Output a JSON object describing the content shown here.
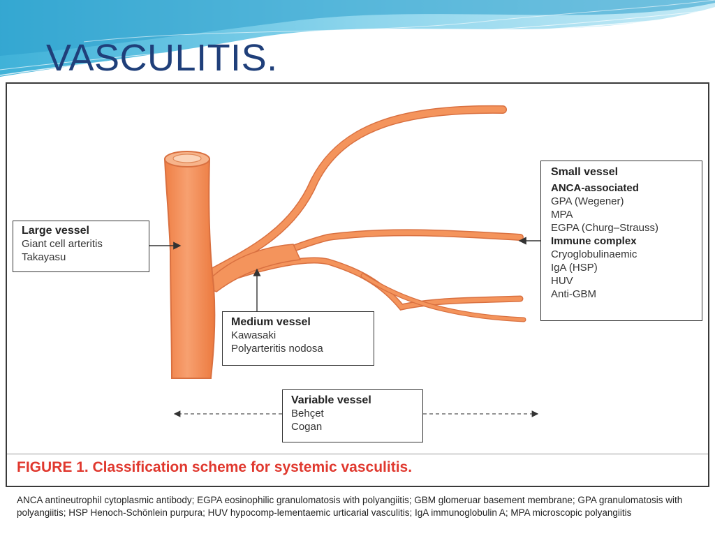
{
  "slide": {
    "title": "VASCULITIS."
  },
  "diagram": {
    "large_vessel": {
      "heading": "Large vessel",
      "items": [
        "Giant cell arteritis",
        "Takayasu"
      ]
    },
    "medium_vessel": {
      "heading": "Medium vessel",
      "items": [
        "Kawasaki",
        "Polyarteritis nodosa"
      ]
    },
    "small_vessel": {
      "heading": "Small vessel",
      "groups": [
        {
          "name": "ANCA-associated",
          "items": [
            "GPA (Wegener)",
            "MPA",
            "EGPA (Churg–Strauss)"
          ]
        },
        {
          "name": "Immune complex",
          "items": [
            "Cryoglobulinaemic",
            "IgA (HSP)",
            "HUV",
            "Anti-GBM"
          ]
        }
      ]
    },
    "variable_vessel": {
      "heading": "Variable vessel",
      "items": [
        "Behçet",
        "Cogan"
      ]
    }
  },
  "figure": {
    "caption": "FIGURE 1. Classification scheme for systemic vasculitis.",
    "footnote": "ANCA antineutrophil cytoplasmic antibody; EGPA eosinophilic granulomatosis with polyangiitis; GBM glomeruar basement membrane; GPA granulomatosis with polyangiitis; HSP Henoch-Schönlein purpura; HUV hypocomp-lementaemic urticarial vasculitis; IgA immunoglobulin A; MPA microscopic polyangiitis"
  },
  "colors": {
    "vessel_fill": "#f4945c",
    "vessel_stroke": "#d97040",
    "title_color": "#1f3f7a",
    "caption_color": "#e0382e",
    "wave_color": "#3fb6d9"
  }
}
